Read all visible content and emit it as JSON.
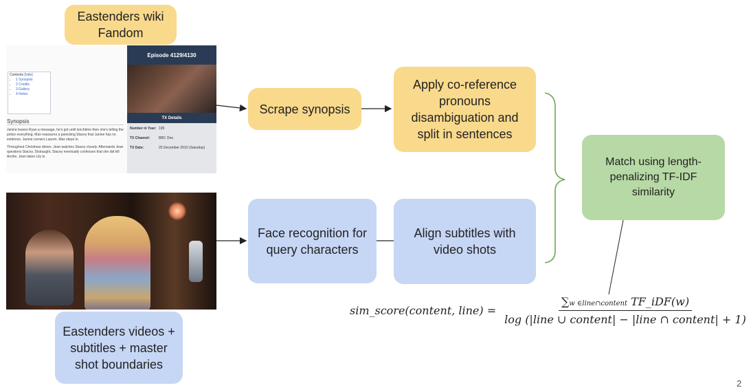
{
  "sources": {
    "wiki_label": "Eastenders wiki Fandom",
    "videos_label": "Eastenders videos + subtitles + master shot boundaries"
  },
  "wiki_screenshot": {
    "toc_title": "Contents",
    "toc_hide": "[hide]",
    "toc_items": [
      "1 Synopsis",
      "2 Credits",
      "3 Gallery",
      "4 Notes"
    ],
    "synopsis_heading": "Synopsis",
    "synopsis_paragraphs": [
      "Janine leaves Ryan a message, he's got until lunchtime then she's telling the police everything. Max reassures a panicking Stacey that Janine has no evidence. Janine corners Lauren. Max steps in.",
      "Throughout Christmas dinner, Jean watches Stacey closely. Afterwards Jean questions Stacey. Distraught, Stacey eventually confesses that she did kill Archie. Jean takes Lily to"
    ],
    "episode_title": "Episode 4129/4130",
    "tx_details_label": "TX Details",
    "tx_rows": [
      {
        "key": "Number in Year:",
        "value": "199"
      },
      {
        "key": "TX Channel:",
        "value": "BBC One"
      },
      {
        "key": "TX Date:",
        "value": "25 December 2010 (Saturday)"
      }
    ]
  },
  "steps": {
    "scrape": "Scrape synopsis",
    "coref": "Apply co-reference pronouns disambiguation and split in sentences",
    "face": "Face recognition for query characters",
    "align": "Align subtitles with video shots",
    "match": "Match using length-penalizing TF-IDF similarity"
  },
  "formula": {
    "lhs": "sim_score(content, line) =",
    "numerator_sum": "∑",
    "numerator_sub": "w ∈line∩content",
    "numerator_term": "TF_iDF(w)",
    "denominator": "log (|line ∪ content| − |line ∩ content| + 1)"
  },
  "page_number": "2",
  "colors": {
    "yellow": "#f9d98c",
    "blue": "#c6d6f5",
    "green": "#b7d9a5",
    "bracket": "#6aa84f"
  }
}
